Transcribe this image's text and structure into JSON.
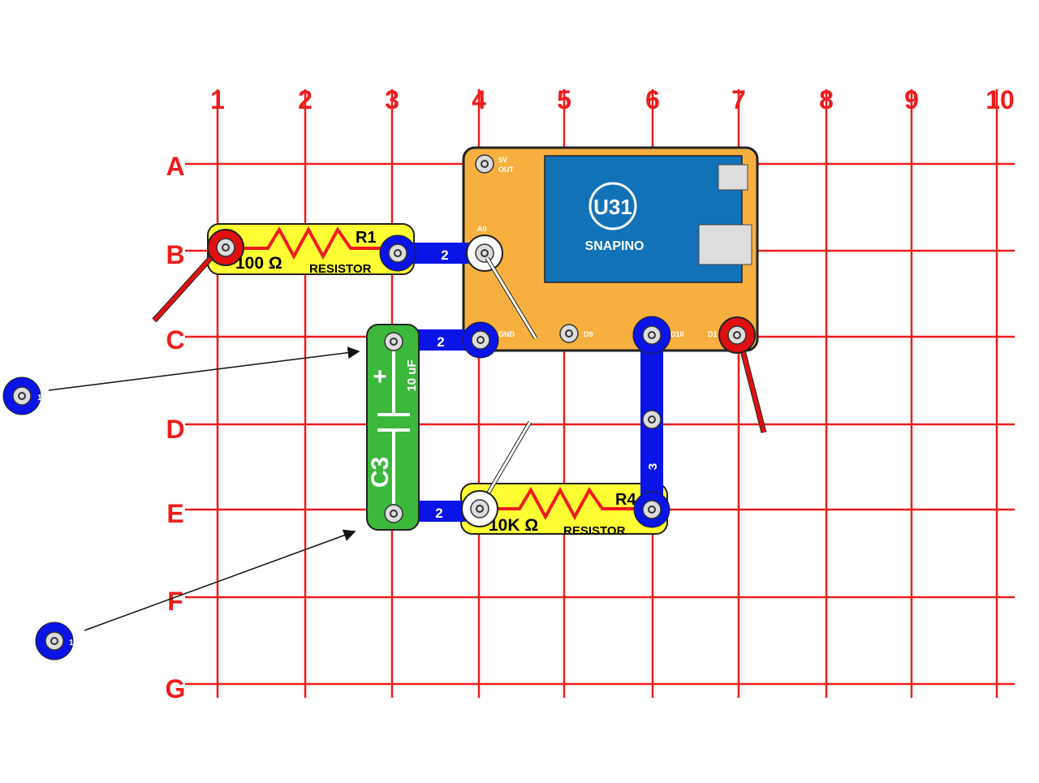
{
  "grid": {
    "columns": [
      "1",
      "2",
      "3",
      "4",
      "5",
      "6",
      "7",
      "8",
      "9",
      "10"
    ],
    "rows": [
      "A",
      "B",
      "C",
      "D",
      "E",
      "F",
      "G"
    ]
  },
  "parts": {
    "snapino": {
      "id": "U31",
      "name": "SNAPINO",
      "pins": {
        "5v": "5V",
        "out": "OUT",
        "a0": "A0",
        "gnd": "GND",
        "d9": "D9",
        "d10": "D10",
        "d11": "D1"
      },
      "color": "#f7b040",
      "board_color": "#1272b8"
    },
    "r1": {
      "id": "R1",
      "value": "100 Ω",
      "type": "RESISTOR",
      "color": "#ffff33"
    },
    "r4": {
      "id": "R4",
      "value": "10K Ω",
      "type": "RESISTOR",
      "color": "#ffff33"
    },
    "c3": {
      "id": "C3",
      "value": "10 uF",
      "polarity": "+",
      "color": "#3cb83c"
    },
    "wires": [
      {
        "label": "2"
      },
      {
        "label": "2"
      },
      {
        "label": "2"
      },
      {
        "label": "3"
      }
    ],
    "loose_snaps": [
      {
        "label": "1"
      },
      {
        "label": "1"
      }
    ],
    "wire_color": "#0a14e6",
    "jumper_color": "#e01010"
  }
}
